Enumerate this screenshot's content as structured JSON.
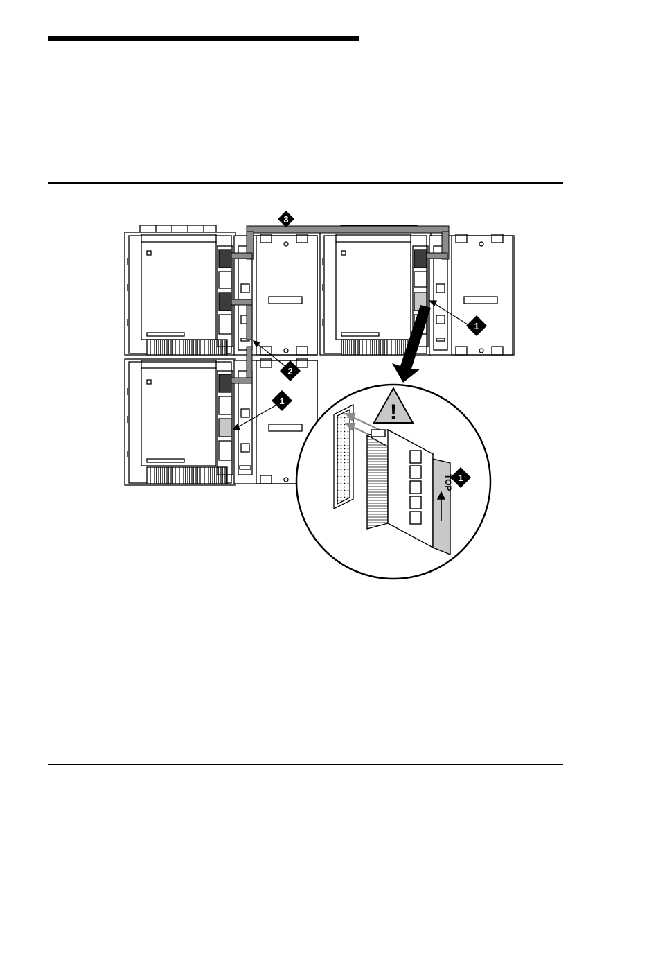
{
  "callouts": {
    "c1_upper": "1",
    "c1_lower": "1",
    "c1_circle": "1",
    "c2": "2",
    "c3": "3"
  },
  "module_label": "TOP",
  "caution_symbol": "!",
  "colors": {
    "ink": "#000000",
    "shade": "#8c8c8c",
    "dark_shade": "#3c3c3c",
    "light_shade": "#c8c8c8"
  }
}
